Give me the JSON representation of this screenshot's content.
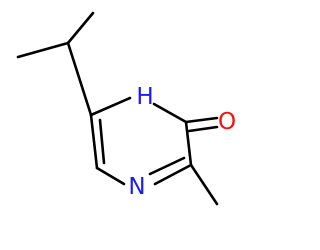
{
  "molecule": {
    "atoms": {
      "nh": {
        "label": "H",
        "color": "#1a1aff"
      },
      "n": {
        "label": "N",
        "color": "#1a1aff"
      },
      "o": {
        "label": "O",
        "color": "#ff0d0d"
      }
    }
  }
}
